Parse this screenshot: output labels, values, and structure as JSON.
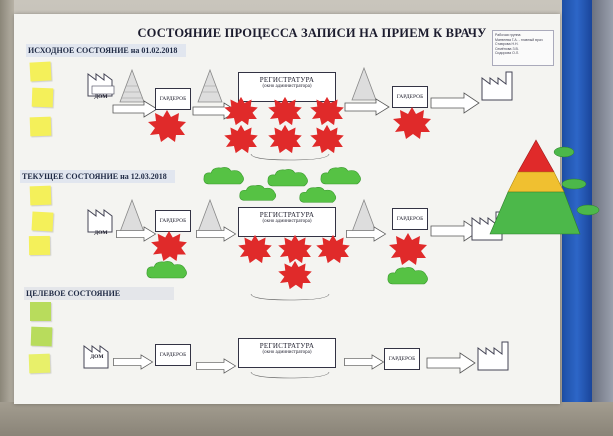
{
  "poster": {
    "title": "СОСТОЯНИЕ ПРОЦЕССА ЗАПИСИ НА ПРИЕМ   К ВРАЧУ",
    "legend": [
      "Рабочая группа:",
      "Матвеева Г.А. - главный врач",
      "Ставрова Н.Н.",
      "Семёнова З.В.",
      "Сидорова О.Л."
    ]
  },
  "sections": {
    "initial": "ИСХОДНОЕ СОСТОЯНИЕ на 01.02.2018",
    "current": "ТЕКУЩЕЕ СОСТОЯНИЕ на 12.03.2018",
    "target": "ЦЕЛЕВОЕ СОСТОЯНИЕ"
  },
  "labels": {
    "dom": "ДОМ",
    "garderob": "ГАРДЕРОБ",
    "registry": "РЕГИСТРАТУРА",
    "registry_sub": "(окно администратора)"
  },
  "colors": {
    "red_problem": "#e02a2a",
    "green_solution": "#56c244",
    "sticky_yellow": "#f4f05a",
    "sticky_green": "#b8dc5c"
  },
  "icons": [
    "factory-icon",
    "triangle-inventory-icon",
    "arrow-icon",
    "burst-problem-icon",
    "cloud-solution-icon",
    "pyramid-icon"
  ]
}
